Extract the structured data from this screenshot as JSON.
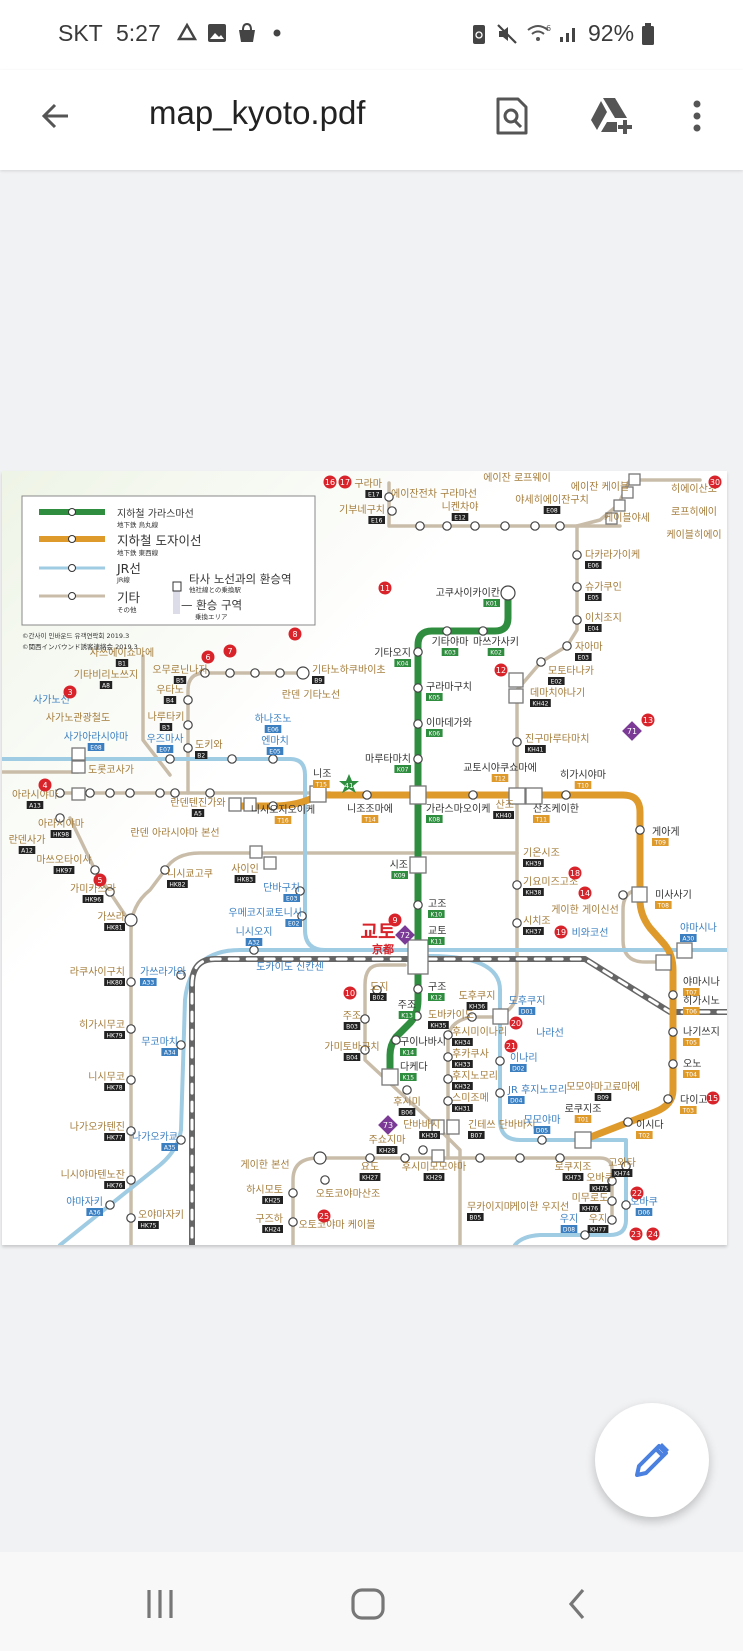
{
  "status_bar": {
    "carrier": "SKT",
    "time": "5:27",
    "battery": "92%",
    "icons": [
      "drive-icon",
      "image-icon",
      "shopping-bag-icon",
      "dot-icon",
      "battery-saver-icon",
      "mute-icon",
      "wifi-6-icon",
      "signal-icon",
      "battery-icon"
    ]
  },
  "app_bar": {
    "title": "map_kyoto.pdf",
    "back": "back-arrow-icon",
    "actions": [
      "find-in-document-icon",
      "add-to-drive-icon",
      "more-vert-icon"
    ]
  },
  "map": {
    "legend": {
      "items": [
        {
          "name": "지하철 가라스마선",
          "sub": "地下鉄 烏丸線"
        },
        {
          "name": "지하철 도자이선",
          "sub": "地下鉄 東西線"
        },
        {
          "name": "JR선",
          "sub": "JR線"
        },
        {
          "name": "기타",
          "sub": "その他"
        }
      ],
      "transfer_station": "타사 노선과의 환승역",
      "transfer_station_sub": "他社線との乗換駅",
      "transfer_area": "— 환승 구역",
      "transfer_area_sub": "乗換エリア"
    },
    "copyright": [
      "©간사이 인바운드 유객연락회   2019.3",
      "©関西インバウンド誘客連絡会   2019.3"
    ],
    "labels": [
      {
        "t": "고쿠사이카이칸",
        "c": "K01"
      },
      {
        "t": "마쓰가사키",
        "c": "K02"
      },
      {
        "t": "기타야마",
        "c": "K03"
      },
      {
        "t": "기타오지",
        "c": "K04"
      },
      {
        "t": "구라마구치",
        "c": "K05"
      },
      {
        "t": "이마데가와",
        "c": "K06"
      },
      {
        "t": "마루타마치",
        "c": "K07"
      },
      {
        "t": "가라스마오이케",
        "c": "K08"
      },
      {
        "t": "시조",
        "c": "K09"
      },
      {
        "t": "고조",
        "c": "K10"
      },
      {
        "t": "교토",
        "c": "K11"
      },
      {
        "t": "구조",
        "c": "K12"
      },
      {
        "t": "주조",
        "c": "K13"
      },
      {
        "t": "구이나바시",
        "c": "K14"
      },
      {
        "t": "다케다",
        "c": "K15"
      },
      {
        "t": "니조조마에",
        "c": "T14"
      },
      {
        "t": "교토시야쿠쇼마에",
        "c": "T12"
      },
      {
        "t": "산조케이한",
        "c": "T11"
      },
      {
        "t": "히가시야마",
        "c": "T10"
      },
      {
        "t": "게아게",
        "c": "T09"
      },
      {
        "t": "미사사기",
        "c": "T08"
      },
      {
        "t": "야마시나",
        "c": "T07"
      },
      {
        "t": "히가시노",
        "c": "T06"
      },
      {
        "t": "나기쓰지",
        "c": "T05"
      },
      {
        "t": "오노",
        "c": "T04"
      },
      {
        "t": "다이고",
        "c": "T03"
      },
      {
        "t": "이시다",
        "c": "T02"
      },
      {
        "t": "로쿠지조",
        "c": "T01"
      },
      {
        "t": "니조",
        "c": "T15"
      },
      {
        "t": "니시오지오이케",
        "c": "T16"
      },
      {
        "t": "구라마",
        "c": "E17"
      },
      {
        "t": "기부네구치",
        "c": "E16"
      },
      {
        "t": "에이잔전차 구라마선",
        "c": ""
      },
      {
        "t": "니켄차야",
        "c": "E12"
      },
      {
        "t": "에이잔 로프웨이",
        "c": ""
      },
      {
        "t": "야세히에이잔구치",
        "c": "E08"
      },
      {
        "t": "에이잔 케이블",
        "c": ""
      },
      {
        "t": "케이블야세",
        "c": ""
      },
      {
        "t": "히에이산초",
        "c": ""
      },
      {
        "t": "로프히에이",
        "c": ""
      },
      {
        "t": "케이블히에이",
        "c": ""
      },
      {
        "t": "다카라가이케",
        "c": "E06"
      },
      {
        "t": "슈가쿠인",
        "c": "E05"
      },
      {
        "t": "이치조지",
        "c": "E04"
      },
      {
        "t": "자아마",
        "c": "E03"
      },
      {
        "t": "모토타나카",
        "c": "E02"
      },
      {
        "t": "데마치야나기",
        "c": "KH42"
      },
      {
        "t": "진구마루타마치",
        "c": "KH41"
      },
      {
        "t": "산조",
        "c": "KH40"
      },
      {
        "t": "기온시조",
        "c": "KH39"
      },
      {
        "t": "기요미즈고조",
        "c": "KH38"
      },
      {
        "t": "시치조",
        "c": "KH37"
      },
      {
        "t": "게이한 게이신선",
        "c": ""
      },
      {
        "t": "도후쿠지",
        "c": "KH36"
      },
      {
        "t": "도바카이도",
        "c": "KH35"
      },
      {
        "t": "후시미이나리",
        "c": "KH34"
      },
      {
        "t": "후카쿠사",
        "c": "KH33"
      },
      {
        "t": "후지노모리",
        "c": "KH32"
      },
      {
        "t": "스미조메",
        "c": "KH31"
      },
      {
        "t": "모모야마고료마에",
        "c": "B09"
      },
      {
        "t": "긴테쓰 단바바시",
        "c": "B07"
      },
      {
        "t": "단바바시",
        "c": "KH30"
      },
      {
        "t": "후시미",
        "c": "B06"
      },
      {
        "t": "주쇼지마",
        "c": "KH28"
      },
      {
        "t": "요도",
        "c": "KH27"
      },
      {
        "t": "후시미모모야마",
        "c": "KH29"
      },
      {
        "t": "무카이지마",
        "c": "B05"
      },
      {
        "t": "게이한 우지선",
        "c": ""
      },
      {
        "t": "로쿠지조",
        "c": "KH73"
      },
      {
        "t": "오바쿠",
        "c": "KH75"
      },
      {
        "t": "미무로도",
        "c": "KH76"
      },
      {
        "t": "우지",
        "c": "KH77"
      },
      {
        "t": "고와타",
        "c": "KH74"
      },
      {
        "t": "오토코야마산조",
        "c": ""
      },
      {
        "t": "오토코야마 케이블",
        "c": ""
      },
      {
        "t": "게이한 본선",
        "c": ""
      },
      {
        "t": "하시모토",
        "c": "KH25"
      },
      {
        "t": "구즈하",
        "c": "KH24"
      },
      {
        "t": "도지",
        "c": "B02"
      },
      {
        "t": "주조",
        "c": "B03"
      },
      {
        "t": "가미토바구치",
        "c": "B04"
      },
      {
        "t": "사가노선",
        "c": ""
      },
      {
        "t": "사가노관광철도",
        "c": ""
      },
      {
        "t": "사가아라시야마",
        "c": "E08"
      },
      {
        "t": "도롯코사가",
        "c": ""
      },
      {
        "t": "아라시야마",
        "c": "A13"
      },
      {
        "t": "아라시야마",
        "c": "HK98"
      },
      {
        "t": "란덴사가",
        "c": "A12"
      },
      {
        "t": "마쓰오타이샤",
        "c": "HK97"
      },
      {
        "t": "가미카쓰라",
        "c": "HK96"
      },
      {
        "t": "가쓰라",
        "c": "HK81"
      },
      {
        "t": "니시쿄고쿠",
        "c": "HK82"
      },
      {
        "t": "란덴텐진가와",
        "c": "A5"
      },
      {
        "t": "란덴 아라시야마 본선",
        "c": ""
      },
      {
        "t": "사이인",
        "c": "HK83"
      },
      {
        "t": "단바구치",
        "c": "E03"
      },
      {
        "t": "우메코지쿄토니시",
        "c": "E02"
      },
      {
        "t": "니시오지",
        "c": "A32"
      },
      {
        "t": "하나조노",
        "c": "E06"
      },
      {
        "t": "엔마치",
        "c": "E05"
      },
      {
        "t": "우즈마사",
        "c": "E07"
      },
      {
        "t": "도키와",
        "c": "B2"
      },
      {
        "t": "나루타키",
        "c": "B3"
      },
      {
        "t": "우타노",
        "c": "B4"
      },
      {
        "t": "오무로닌나지",
        "c": "B5"
      },
      {
        "t": "기타비리노쓰지",
        "c": "A8"
      },
      {
        "t": "사쓰에이쇼마에",
        "c": "B1"
      },
      {
        "t": "기타노하쿠바이초",
        "c": "B9"
      },
      {
        "t": "란덴 기타노선",
        "c": ""
      },
      {
        "t": "라쿠사이구치",
        "c": "HK80"
      },
      {
        "t": "히가시무코",
        "c": "HK79"
      },
      {
        "t": "니시무코",
        "c": "HK78"
      },
      {
        "t": "나가오카텐진",
        "c": "HK77"
      },
      {
        "t": "니시야마텐노잔",
        "c": "HK76"
      },
      {
        "t": "오야마자키",
        "c": "HK75"
      },
      {
        "t": "가쓰라가와",
        "c": "A33"
      },
      {
        "t": "무코마치",
        "c": "A34"
      },
      {
        "t": "나가오카쿄",
        "c": "A35"
      },
      {
        "t": "야마자키",
        "c": "A36"
      },
      {
        "t": "도카이도 신칸센",
        "c": ""
      },
      {
        "t": "비와코선",
        "c": ""
      },
      {
        "t": "나라선",
        "c": ""
      },
      {
        "t": "이나리",
        "c": "D02"
      },
      {
        "t": "JR 후지노모리",
        "c": "D04"
      },
      {
        "t": "모모야마",
        "c": "D05"
      },
      {
        "t": "도후쿠지",
        "c": "D01"
      },
      {
        "t": "야마시나",
        "c": "A30"
      },
      {
        "t": "우지",
        "c": "D08"
      },
      {
        "t": "오바쿠",
        "c": "D06"
      },
      {
        "t": "교토",
        "c": ""
      },
      {
        "t": "京都",
        "c": ""
      }
    ],
    "markers": [
      "16",
      "17",
      "30",
      "11",
      "12",
      "13",
      "6",
      "7",
      "8",
      "3",
      "4",
      "5",
      "9",
      "10",
      "14",
      "15",
      "18",
      "19",
      "20",
      "21",
      "22",
      "23",
      "24",
      "25"
    ],
    "diamonds": [
      "71",
      "72",
      "73"
    ],
    "star": "41"
  },
  "fab": {
    "icon": "edit-pencil-icon"
  },
  "nav_bar": {
    "buttons": [
      "recent-apps",
      "home",
      "back"
    ]
  },
  "colors": {
    "karasuma": "#2f8d3f",
    "tozai": "#df9a2c",
    "jr": "#9fcbe3",
    "other": "#c9bda9",
    "label_brown": "#a47c3b",
    "label_blue": "#3b7fc1",
    "marker_red": "#d8232a",
    "fab_pencil": "#4a80e0"
  }
}
